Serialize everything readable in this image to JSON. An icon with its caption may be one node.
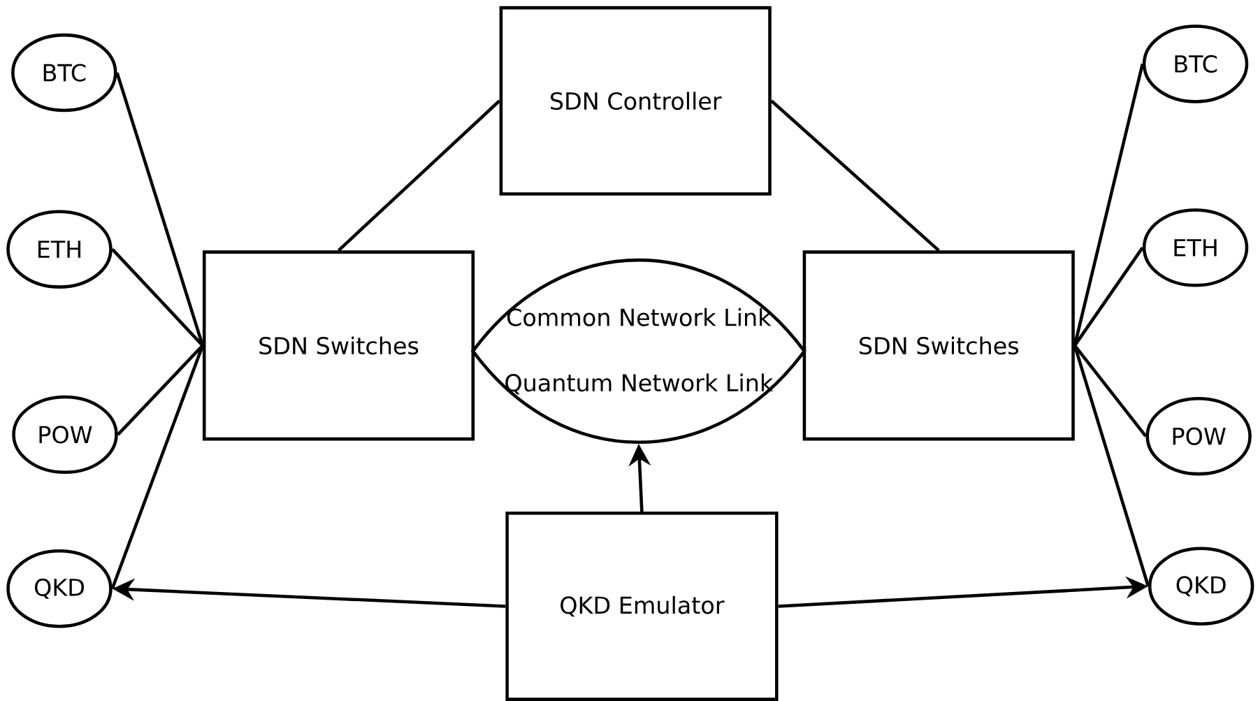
{
  "diagram": {
    "nodes": [
      {
        "text": [
          "BTC"
        ]
      },
      {
        "text": [
          "SDN Controller"
        ]
      },
      {
        "text": [
          "BTC"
        ]
      },
      {
        "text": [
          "ETH"
        ]
      },
      {
        "text": [
          "ETH"
        ]
      },
      {
        "text": [
          "SDN Switches"
        ]
      },
      {
        "text": [
          "Common Network Link",
          "Quantum Network Link"
        ]
      },
      {
        "text": [
          "SDN Switches"
        ]
      },
      {
        "text": [
          "POW"
        ]
      },
      {
        "text": [
          "POW"
        ]
      },
      {
        "text": [
          "QKD"
        ]
      },
      {
        "text": [
          "QKD Emulator"
        ]
      },
      {
        "text": [
          "QKD"
        ]
      }
    ],
    "edges": [
      {
        "from": 1,
        "to": 5,
        "arrow": "none"
      },
      {
        "from": 1,
        "to": 7,
        "arrow": "none"
      },
      {
        "from": 5,
        "to": 0,
        "arrow": "none"
      },
      {
        "from": 5,
        "to": 3,
        "arrow": "none"
      },
      {
        "from": 5,
        "to": 8,
        "arrow": "none"
      },
      {
        "from": 5,
        "to": 10,
        "arrow": "none"
      },
      {
        "from": 7,
        "to": 2,
        "arrow": "none"
      },
      {
        "from": 7,
        "to": 4,
        "arrow": "none"
      },
      {
        "from": 7,
        "to": 9,
        "arrow": "none"
      },
      {
        "from": 7,
        "to": 12,
        "arrow": "none"
      },
      {
        "from": 11,
        "to": 6,
        "arrow": "to"
      },
      {
        "from": 11,
        "to": 10,
        "arrow": "to"
      },
      {
        "from": 11,
        "to": 12,
        "arrow": "to"
      }
    ]
  }
}
